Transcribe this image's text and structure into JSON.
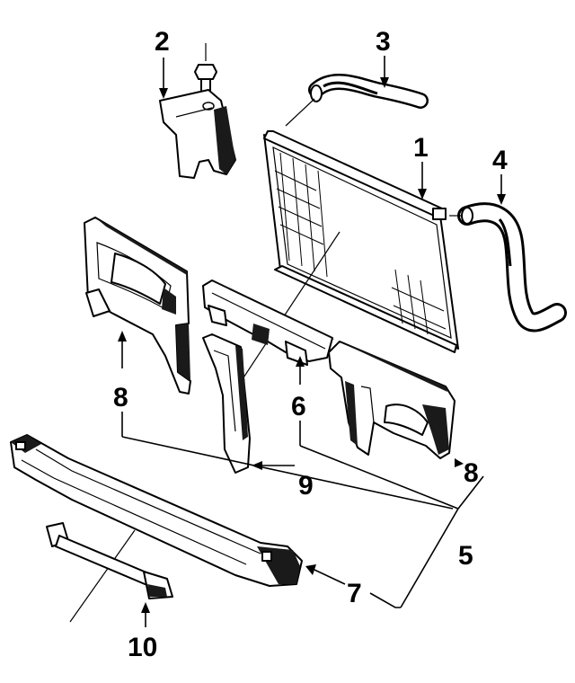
{
  "diagram": {
    "callouts": [
      {
        "id": "1",
        "label": "1",
        "part": "radiator"
      },
      {
        "id": "2",
        "label": "2",
        "part": "reservoir-bracket"
      },
      {
        "id": "3",
        "label": "3",
        "part": "upper-hose"
      },
      {
        "id": "4",
        "label": "4",
        "part": "lower-hose"
      },
      {
        "id": "5",
        "label": "5",
        "part": "support-assembly"
      },
      {
        "id": "6",
        "label": "6",
        "part": "center-panel"
      },
      {
        "id": "7",
        "label": "7",
        "part": "lower-crossmember"
      },
      {
        "id": "8a",
        "label": "8",
        "part": "left-side-panel"
      },
      {
        "id": "8b",
        "label": "8",
        "part": "right-side-panel"
      },
      {
        "id": "9",
        "label": "9",
        "part": "center-brace"
      },
      {
        "id": "10",
        "label": "10",
        "part": "tie-bar"
      }
    ]
  }
}
